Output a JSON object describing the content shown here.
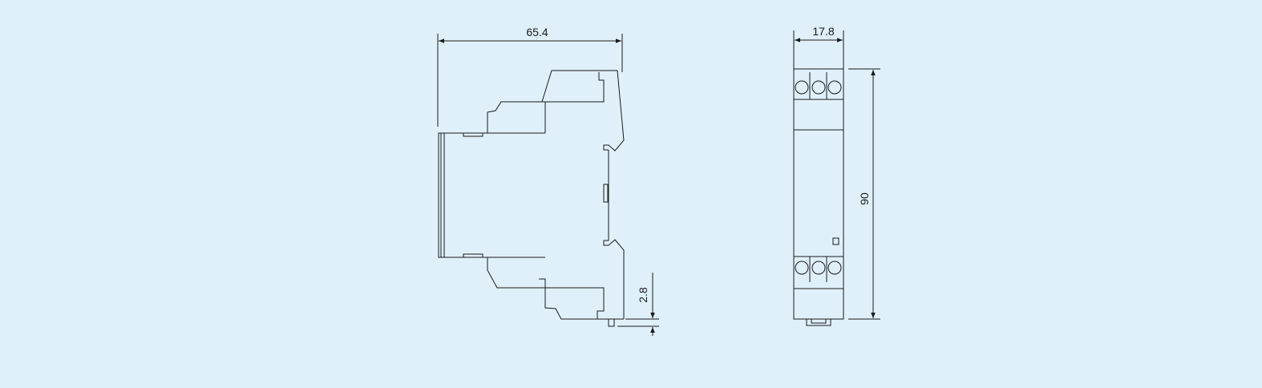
{
  "drawing": {
    "background_color": "#dff0fa",
    "line_color": "#1a1a1a",
    "side_view": {
      "width_dimension": "65.4",
      "clip_offset_dimension": "2.8"
    },
    "front_view": {
      "width_dimension": "17.8",
      "height_dimension": "90"
    }
  }
}
